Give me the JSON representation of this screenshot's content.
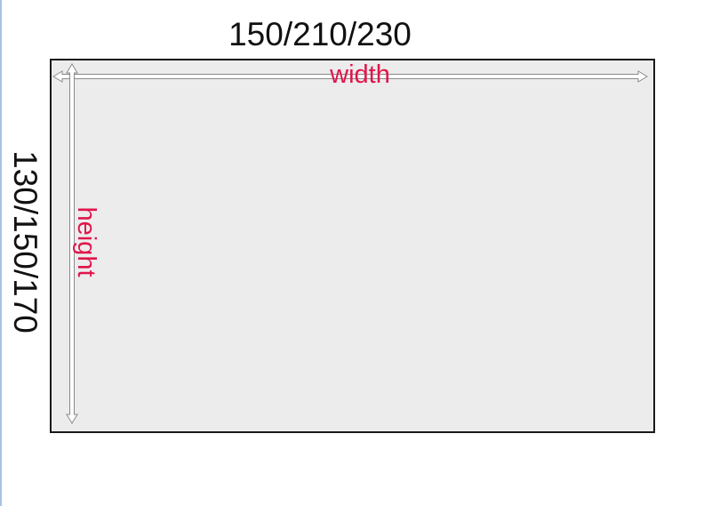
{
  "dimensions": {
    "width_values": "150/210/230",
    "height_values": "130/150/170"
  },
  "labels": {
    "width": "width",
    "height": "height"
  },
  "colors": {
    "label_color": "#e0154a",
    "panel_fill": "#ececec",
    "panel_border": "#1a1a1a",
    "arrow_color": "#8a8a8a",
    "text_color": "#111111"
  },
  "icons": {
    "width_arrow": "double-headed-horizontal-arrow-icon",
    "height_arrow": "double-headed-vertical-arrow-icon"
  }
}
